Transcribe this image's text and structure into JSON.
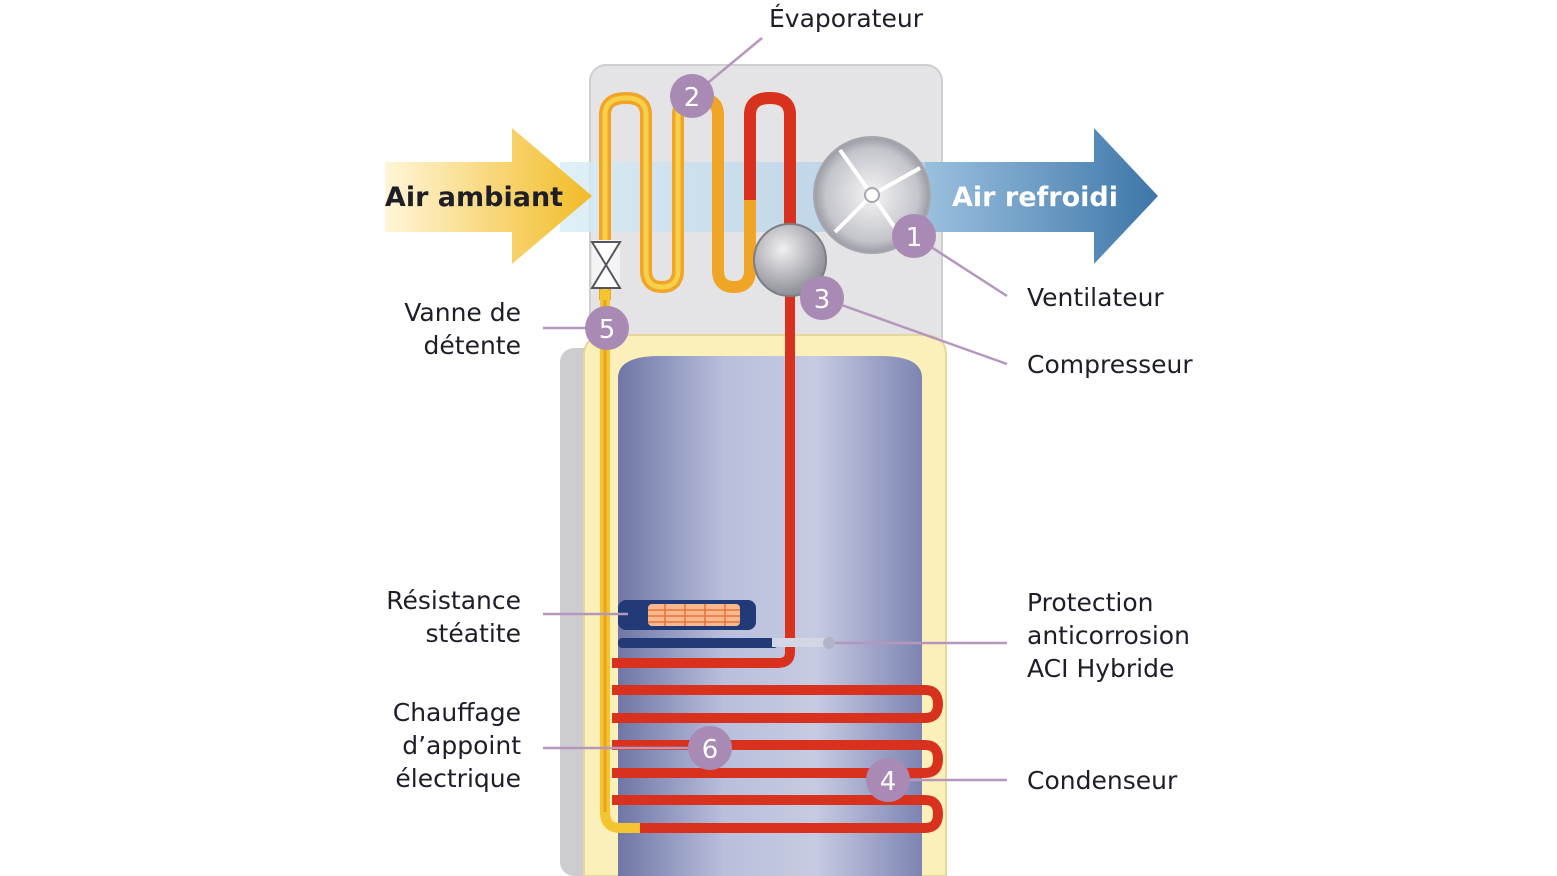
{
  "colors": {
    "badge": "#a98ab4",
    "leader": "#b597be",
    "pipe_hot": "#d8321e",
    "pipe_warm": "#f0a526",
    "pipe_cold": "#f5c531",
    "tank": "#9aa1c4",
    "jacket": "#fbf0b9",
    "housing": "#e4e4e6",
    "arrow_in": "#f2bb26",
    "arrow_out": "#3d76a8"
  },
  "arrows": {
    "in_label": "Air ambiant",
    "out_label": "Air refroidi"
  },
  "components": [
    {
      "number": "1",
      "label_lines": [
        "Ventilateur"
      ]
    },
    {
      "number": "2",
      "label_lines": [
        "Évaporateur"
      ]
    },
    {
      "number": "3",
      "label_lines": [
        "Compresseur"
      ]
    },
    {
      "number": "4",
      "label_lines": [
        "Condenseur"
      ]
    },
    {
      "number": "5",
      "label_lines": [
        "Vanne de",
        "détente"
      ]
    },
    {
      "number": "6",
      "label_lines": [
        "Chauffage",
        "d’appoint",
        "électrique"
      ]
    }
  ],
  "extra_labels": [
    {
      "label_lines": [
        "Résistance",
        "stéatite"
      ]
    },
    {
      "label_lines": [
        "Protection",
        "anticorrosion",
        "ACI Hybride"
      ]
    }
  ]
}
